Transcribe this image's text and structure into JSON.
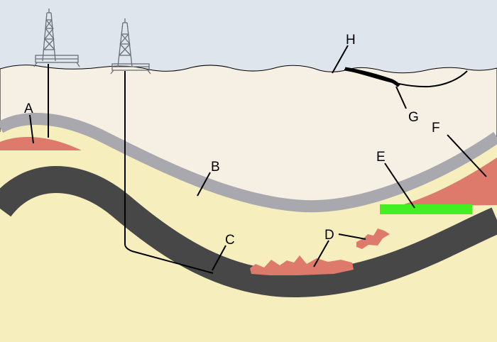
{
  "diagram": {
    "labels": {
      "a": "A",
      "b": "B",
      "c": "C",
      "d": "D",
      "e": "E",
      "f": "F",
      "g": "G",
      "h": "H"
    },
    "colors": {
      "sky": "#dfe5ec",
      "upper_rock": "#f6efe3",
      "lower_rock": "#f6efbd",
      "cap_layer": "#a8a8ae",
      "shale_layer": "#474747",
      "hydrocarbon": "#dd7a6c",
      "water_contact": "#44ee22",
      "rig": "#6a6e77"
    },
    "icons": [
      "drilling-rig-icon",
      "drilling-rig-icon"
    ]
  }
}
